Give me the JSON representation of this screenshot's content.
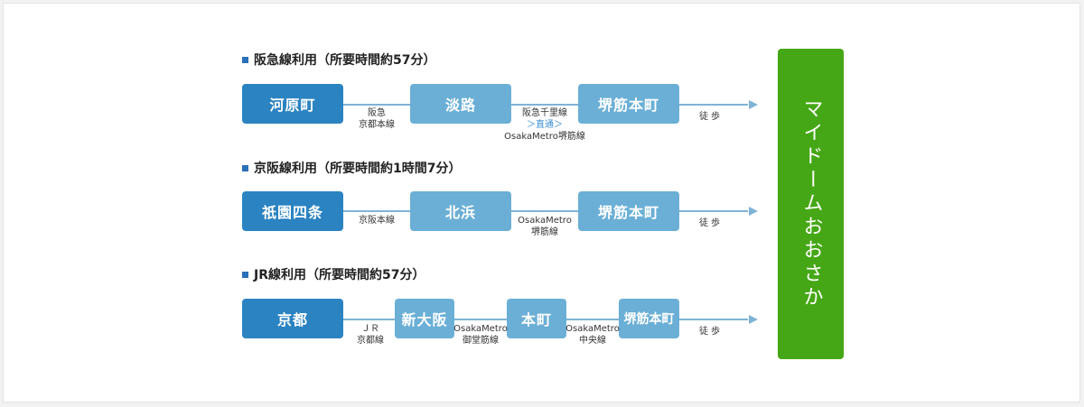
{
  "routes": [
    {
      "heading": "阪急線利用（所要時間約57分）",
      "stations": [
        "河原町",
        "淡路",
        "堺筋本町"
      ],
      "segments": [
        {
          "lines": [
            "阪急",
            "京都本線"
          ]
        },
        {
          "lines": [
            "阪急千里線",
            "＞直通＞",
            "OsakaMetro堺筋線"
          ]
        }
      ],
      "walk": "徒歩"
    },
    {
      "heading": "京阪線利用（所要時間約1時間7分）",
      "stations": [
        "祇園四条",
        "北浜",
        "堺筋本町"
      ],
      "segments": [
        {
          "lines": [
            "京阪本線"
          ]
        },
        {
          "lines": [
            "OsakaMetro",
            "堺筋線"
          ]
        }
      ],
      "walk": "徒歩"
    },
    {
      "heading": "JR線利用（所要時間約57分）",
      "stations": [
        "京都",
        "新大阪",
        "本町",
        "堺筋本町"
      ],
      "segments": [
        {
          "lines": [
            "ＪＲ",
            "京都線"
          ]
        },
        {
          "lines": [
            "OsakaMetro",
            "御堂筋線"
          ]
        },
        {
          "lines": [
            "OsakaMetro",
            "中央線"
          ]
        }
      ],
      "walk": "徒歩"
    }
  ],
  "destination": "マイドームおおさか",
  "colors": {
    "origin_station": "#2b83c1",
    "transfer_station": "#6bafd6",
    "line": "#7fb3d5",
    "destination": "#46a716",
    "bullet": "#2a70b9"
  }
}
